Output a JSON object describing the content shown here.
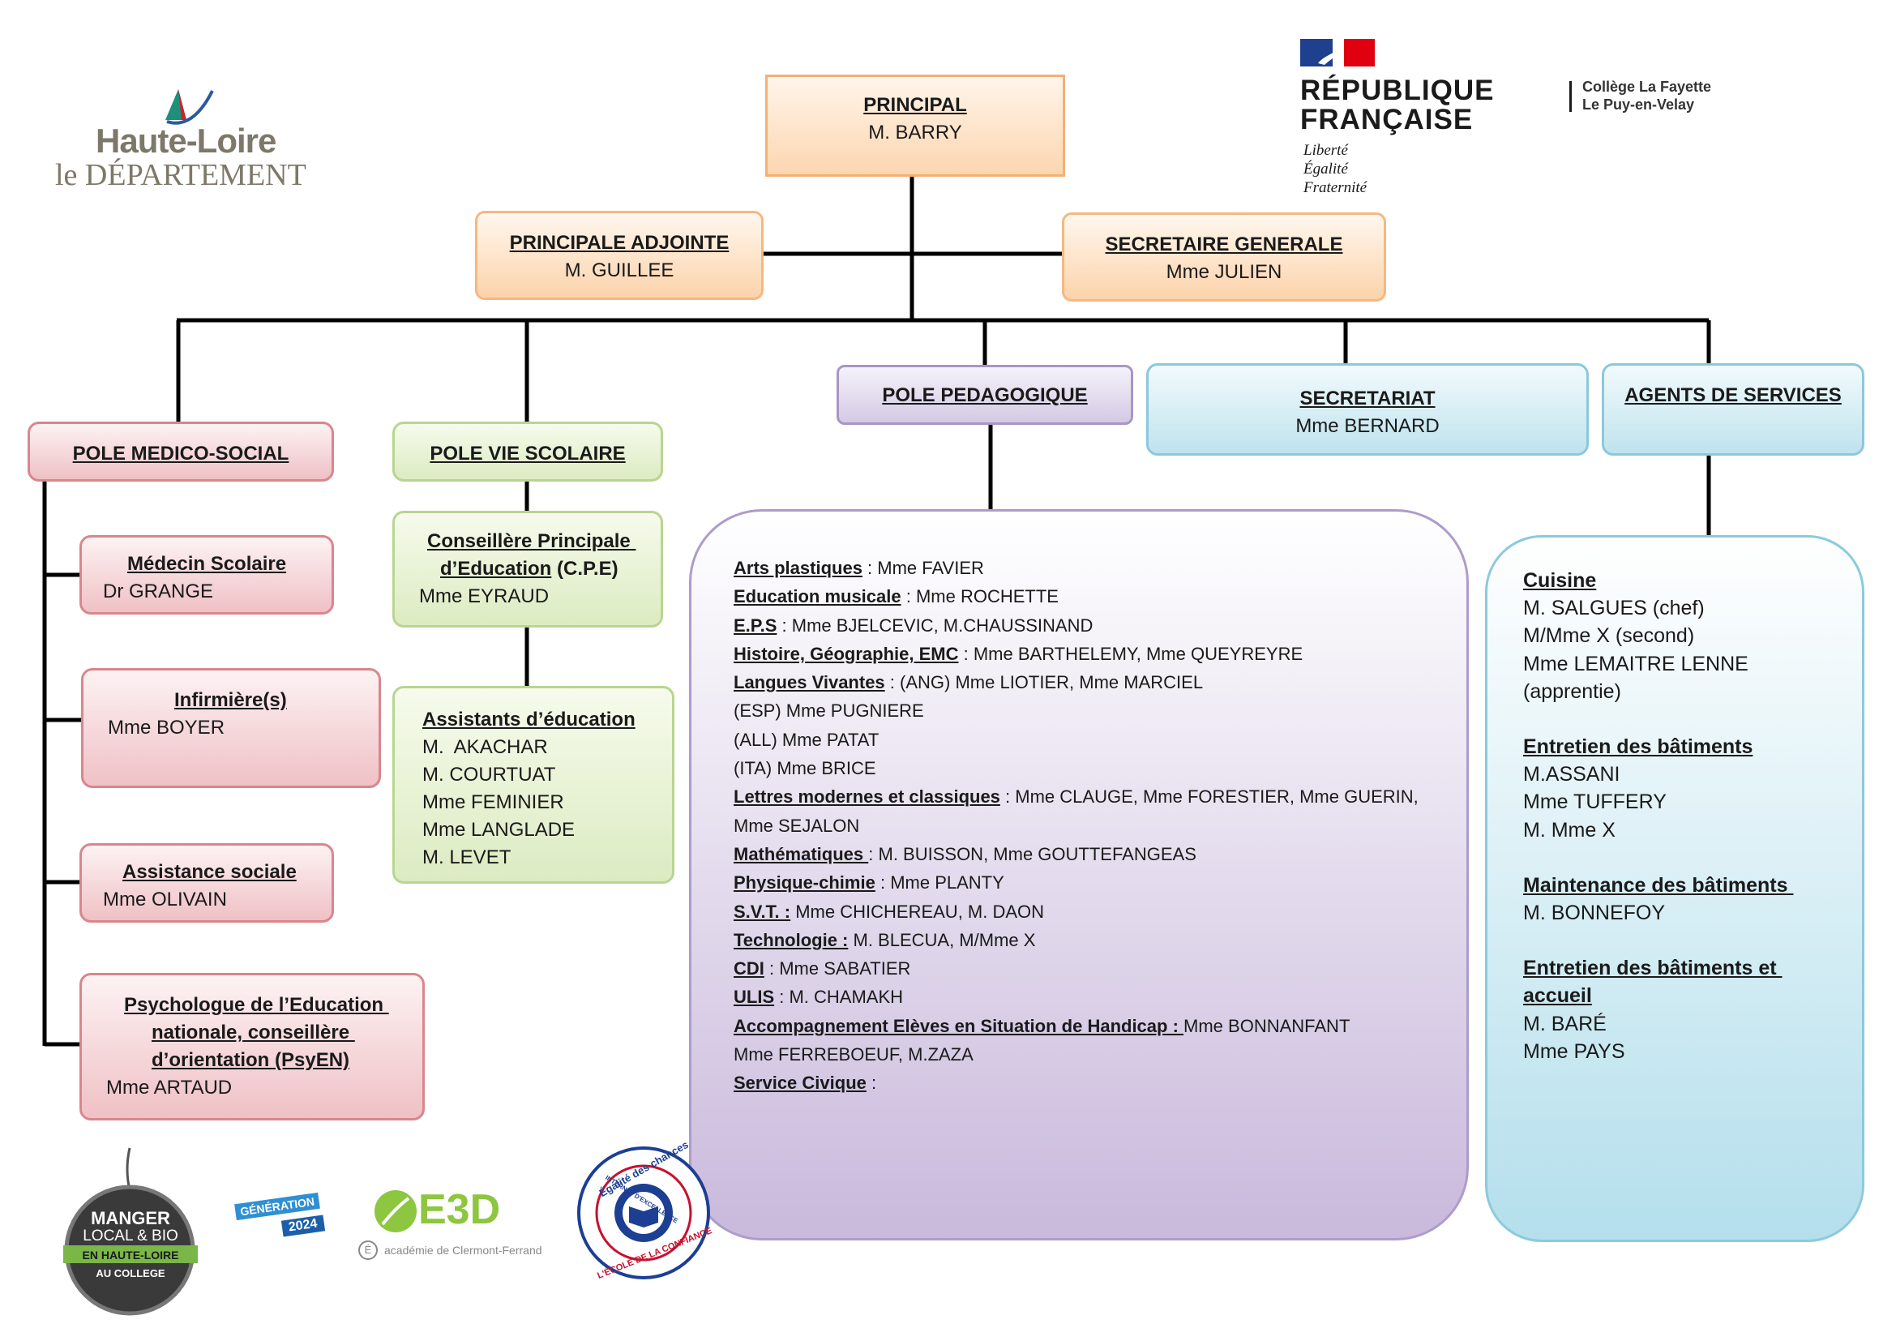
{
  "logos": {
    "haute_loire": {
      "line1": "Haute-Loire",
      "line2": "le DÉPARTEMENT"
    },
    "republique": {
      "line1": "RÉPUBLIQUE",
      "line2": "FRANÇAISE",
      "motto1": "Liberté",
      "motto2": "Égalité",
      "motto3": "Fraternité"
    },
    "college": {
      "line1": "Collège La Fayette",
      "line2": "Le Puy-en-Velay"
    },
    "manger_local": {
      "l1": "MANGER",
      "l2": "LOCAL & BIO",
      "l3": "EN HAUTE-LOIRE",
      "l4": "AU COLLEGE"
    },
    "generation": {
      "l1": "GÉNÉRATION",
      "l2": "2024"
    },
    "e3d": {
      "name": "E3D",
      "sub": "académie de Clermont-Ferrand"
    },
    "internat": {
      "outer": "Égalité des chances",
      "inner": "INTERNAT D'EXCELLENCE",
      "bottom": "L'ÉCOLE DE LA CONFIANCE"
    }
  },
  "principal": {
    "title": "PRINCIPAL",
    "name": "M. BARRY"
  },
  "adjointe": {
    "title": "PRINCIPALE ADJOINTE",
    "name": "M. GUILLEE"
  },
  "secretaire_generale": {
    "title": "SECRETAIRE GENERALE",
    "name": "Mme JULIEN"
  },
  "pole_medico": {
    "title": "POLE MEDICO-SOCIAL",
    "medecin": {
      "title": "Médecin Scolaire",
      "name": "Dr GRANGE"
    },
    "infirmiere": {
      "title": "Infirmière(s)",
      "name": "Mme BOYER"
    },
    "assistance": {
      "title": "Assistance sociale",
      "name": "Mme OLIVAIN"
    },
    "psy": {
      "title1": "Psychologue de l’Education ",
      "title2": "nationale, conseillère ",
      "title3": "d’orientation (PsyEN)",
      "name": "Mme ARTAUD"
    }
  },
  "pole_vie": {
    "title": "POLE VIE SCOLAIRE",
    "cpe": {
      "title1": "Conseillère Principale ",
      "title2a": "d’Education",
      "title2b": " (C.P.E)",
      "name": "Mme EYRAUD"
    },
    "aed": {
      "title": "Assistants d’éducation",
      "names": [
        "M.  AKACHAR",
        "M. COURTUAT",
        "Mme FEMINIER",
        "Mme LANGLADE",
        "M. LEVET"
      ]
    }
  },
  "pole_peda": {
    "title": "POLE PEDAGOGIQUE",
    "rows": [
      {
        "label": "Arts plastiques",
        "sep": " : ",
        "text": "Mme FAVIER"
      },
      {
        "label": "Education musicale",
        "sep": " : ",
        "text": "Mme ROCHETTE"
      },
      {
        "label": "E.P.S",
        "sep": " : ",
        "text": "Mme BJELCEVIC, M.CHAUSSINAND"
      },
      {
        "label": "Histoire, Géographie, EMC",
        "sep": " : ",
        "text": "Mme BARTHELEMY, Mme QUEYREYRE"
      },
      {
        "label": "Langues Vivantes",
        "sep": " : ",
        "text": "(ANG) Mme LIOTIER, Mme MARCIEL"
      },
      {
        "label": "",
        "sep": "",
        "text": "(ESP) Mme PUGNIERE"
      },
      {
        "label": "",
        "sep": "",
        "text": "(ALL) Mme PATAT"
      },
      {
        "label": "",
        "sep": "",
        "text": "(ITA) Mme BRICE"
      },
      {
        "label": "Lettres modernes et classiques",
        "sep": " : ",
        "text": "Mme CLAUGE, Mme FORESTIER, Mme GUERIN,"
      },
      {
        "label": "",
        "sep": "",
        "text": "Mme SEJALON"
      },
      {
        "label": "Mathématiques ",
        "sep": ": ",
        "text": "M. BUISSON, Mme GOUTTEFANGEAS"
      },
      {
        "label": "Physique-chimie",
        "sep": " : ",
        "text": "Mme PLANTY"
      },
      {
        "label": "S.V.T. :",
        "sep": " ",
        "text": "Mme CHICHEREAU, M. DAON"
      },
      {
        "label": "Technologie :",
        "sep": " ",
        "text": "M. BLECUA, M/Mme X"
      },
      {
        "label": "CDI",
        "sep": " : ",
        "text": "Mme SABATIER"
      },
      {
        "label": "ULIS",
        "sep": " : ",
        "text": "M. CHAMAKH"
      },
      {
        "label": "Accompagnement Elèves en Situation de Handicap : ",
        "sep": "",
        "text": "Mme BONNANFANT"
      },
      {
        "label": "",
        "sep": "",
        "text": "Mme FERREBOEUF, M.ZAZA"
      },
      {
        "label": "Service Civique",
        "sep": " : ",
        "text": ""
      }
    ]
  },
  "secretariat": {
    "title": "SECRETARIAT",
    "name": "Mme BERNARD"
  },
  "agents": {
    "title": "AGENTS DE SERVICES",
    "cuisine": {
      "title": "Cuisine",
      "names": [
        "M. SALGUES (chef)",
        "M/Mme X (second)",
        "Mme LEMAITRE LENNE",
        "(apprentie)"
      ]
    },
    "entretien": {
      "title": "Entretien des bâtiments",
      "names": [
        "M.ASSANI",
        "Mme TUFFERY",
        "M. Mme X"
      ]
    },
    "maintenance": {
      "title": "Maintenance des bâtiments ",
      "names": [
        "M. BONNEFOY"
      ]
    },
    "entretien_accueil": {
      "title1": "Entretien des bâtiments et ",
      "title2": "accueil",
      "names": [
        "M. BARÉ",
        "Mme PAYS"
      ]
    }
  }
}
